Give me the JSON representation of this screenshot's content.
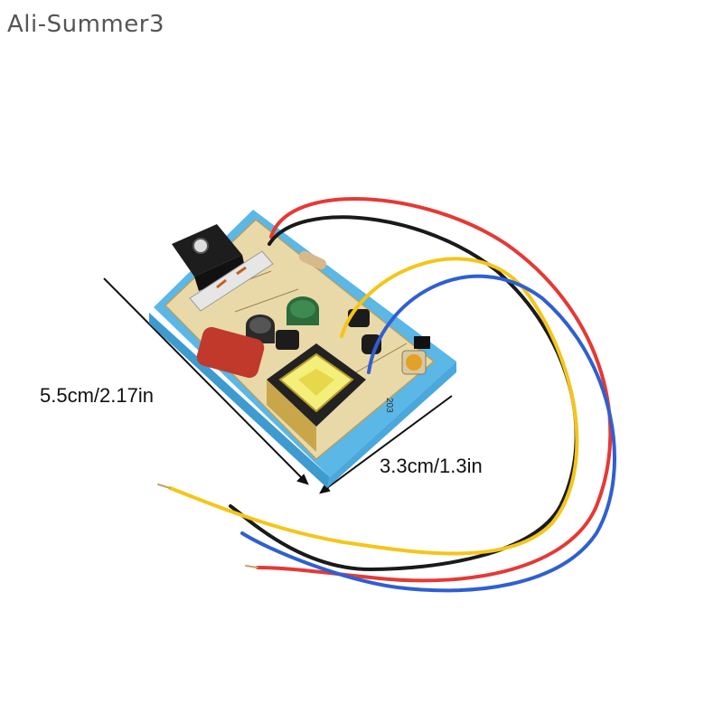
{
  "watermark": "Ali-Summer3",
  "dimensions": {
    "length": "5.5cm/2.17in",
    "width": "3.3cm/1.3in"
  },
  "board": {
    "silkscreen_label": "203"
  },
  "colors": {
    "background": "#ffffff",
    "board_base": "#5ab7e6",
    "pcb": "#e9d9a8",
    "wire_red": "#e53935",
    "wire_black": "#1a1a1a",
    "wire_yellow": "#f5c518",
    "wire_blue": "#2f5fd1",
    "capacitor": "#c0392b",
    "transformer_core": "#f4ef7a"
  }
}
